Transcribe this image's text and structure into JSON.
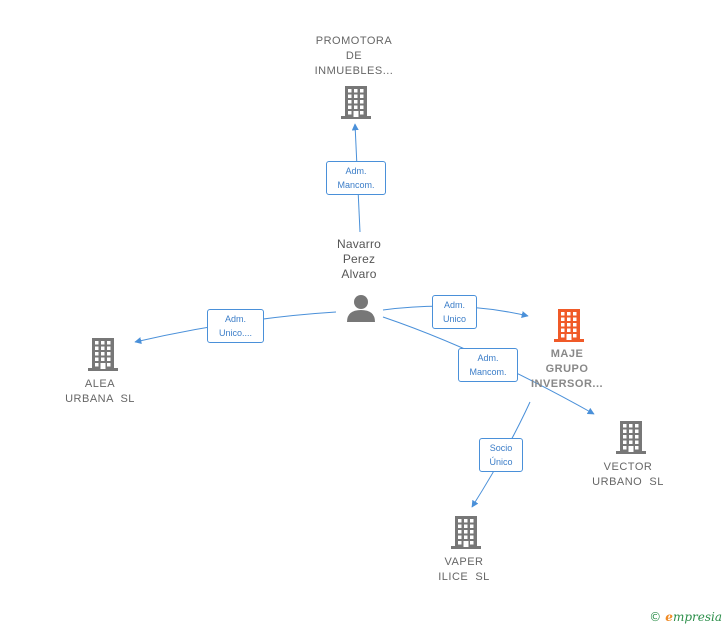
{
  "nodes": {
    "promotora": {
      "lines": [
        "PROMOTORA",
        "DE",
        "INMUEBLES..."
      ],
      "icon": "building-icon",
      "color": "#777777"
    },
    "person": {
      "lines": [
        "Navarro",
        "Perez",
        "Alvaro"
      ],
      "icon": "person-icon",
      "color": "#777777"
    },
    "alea": {
      "lines": [
        "ALEA",
        "URBANA  SL"
      ],
      "icon": "building-icon",
      "color": "#777777"
    },
    "maje": {
      "lines": [
        "MAJE",
        "GRUPO",
        "INVERSOR..."
      ],
      "icon": "building-icon",
      "color": "#f05a28"
    },
    "vector": {
      "lines": [
        "VECTOR",
        "URBANO  SL"
      ],
      "icon": "building-icon",
      "color": "#777777"
    },
    "vaper": {
      "lines": [
        "VAPER",
        "ILICE  SL"
      ],
      "icon": "building-icon",
      "color": "#777777"
    }
  },
  "edges": {
    "to_promotora": [
      "Adm.",
      "Mancom."
    ],
    "to_alea": [
      "Adm.",
      "Unico...."
    ],
    "to_maje": [
      "Adm.",
      "Unico"
    ],
    "to_vector": [
      "Adm.",
      "Mancom."
    ],
    "maje_to_vaper": [
      "Socio",
      "Único"
    ]
  },
  "colors": {
    "edge": "#4a90d9",
    "highlight": "#f05a28",
    "icon": "#777777"
  },
  "watermark": {
    "symbol": "©",
    "brand_initial": "e",
    "brand_rest": "mpresia"
  }
}
